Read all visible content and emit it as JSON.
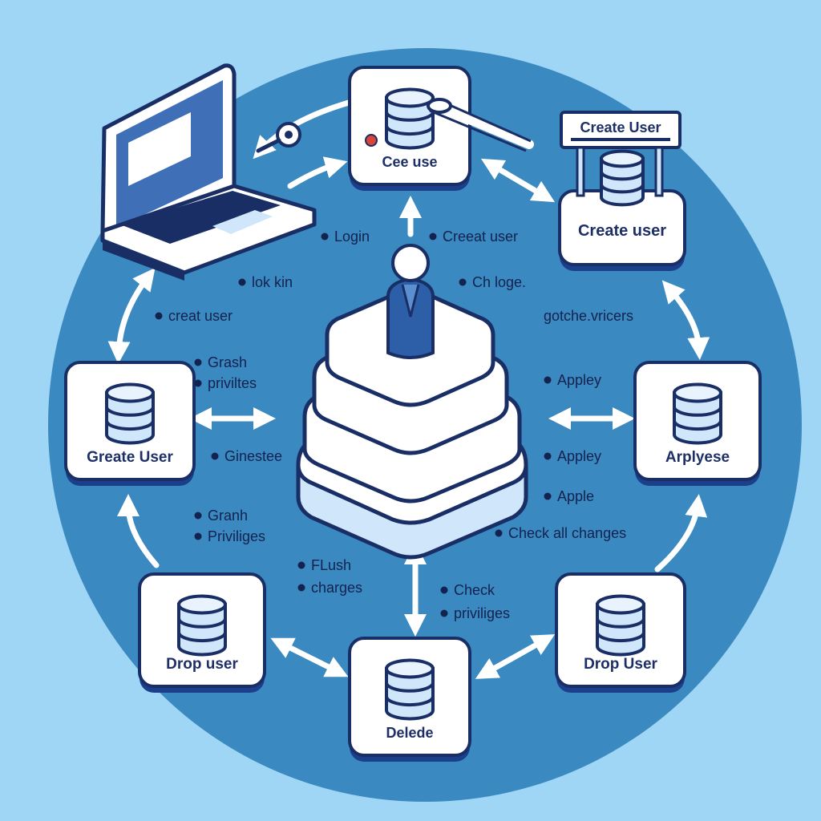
{
  "colors": {
    "background": "#9fd6f6",
    "circle": "#3a89c0",
    "card_border": "#1a2e66",
    "db_fill": "#cfe6fb",
    "text": "#1d2f66"
  },
  "nodes": {
    "top": "Cee use",
    "top_right_sign": "Create User",
    "top_right": "Create user",
    "left": "Greate User",
    "right": "Arplyese",
    "bottom_left": "Drop user",
    "bottom": "Delede",
    "bottom_right": "Drop User"
  },
  "notes": {
    "login": "Login",
    "creat_user_top": "Creeat user",
    "lok_kin": "lok kin",
    "ch_loge": "Ch loge.",
    "creat_user_left": "creat user",
    "gotche_vricers": "gotche.vricers",
    "grash": "Grash",
    "privilites": "priviltes",
    "apply_1": "Appley",
    "ginestee": "Ginestee",
    "apply_2": "Appley",
    "apple": "Apple",
    "granh": "Granh",
    "priviliges_left": "Priviliges",
    "check_all": "Check all changes",
    "flush": "FLush",
    "charges": "charges",
    "check": "Check",
    "priviliges_bottom": "priviliges"
  }
}
